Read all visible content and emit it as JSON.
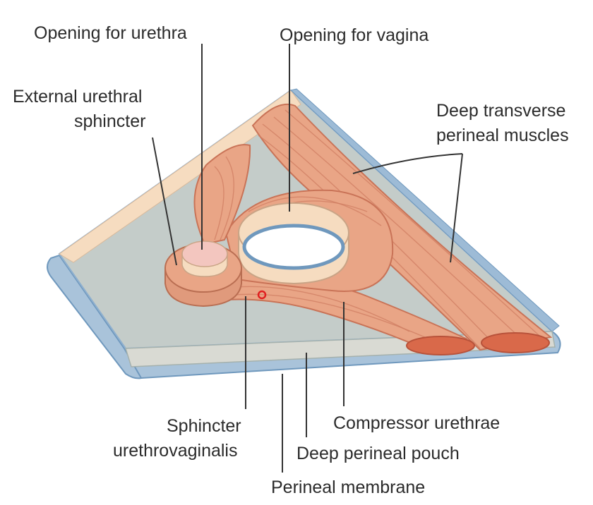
{
  "labels": {
    "opening_urethra": "Opening for urethra",
    "opening_vagina": "Opening for vagina",
    "ext_urethral_1": "External urethral",
    "ext_urethral_2": "sphincter",
    "deep_transverse_1": "Deep transverse",
    "deep_transverse_2": "perineal muscles",
    "sphincter_uv_1": "Sphincter",
    "sphincter_uv_2": "urethrovaginalis",
    "compressor": "Compressor urethrae",
    "deep_pouch": "Deep perineal pouch",
    "perineal_membrane": "Perineal membrane"
  },
  "colors": {
    "membrane_fill": "#c4ccc9",
    "membrane_edge": "#9dbbd6",
    "muscle": "#e9a586",
    "muscle_stroke": "#c97357",
    "cut_section": "#d9694a",
    "cream": "#f6dcc0",
    "lumen": "#ffffff",
    "pointer": "#e02020"
  }
}
